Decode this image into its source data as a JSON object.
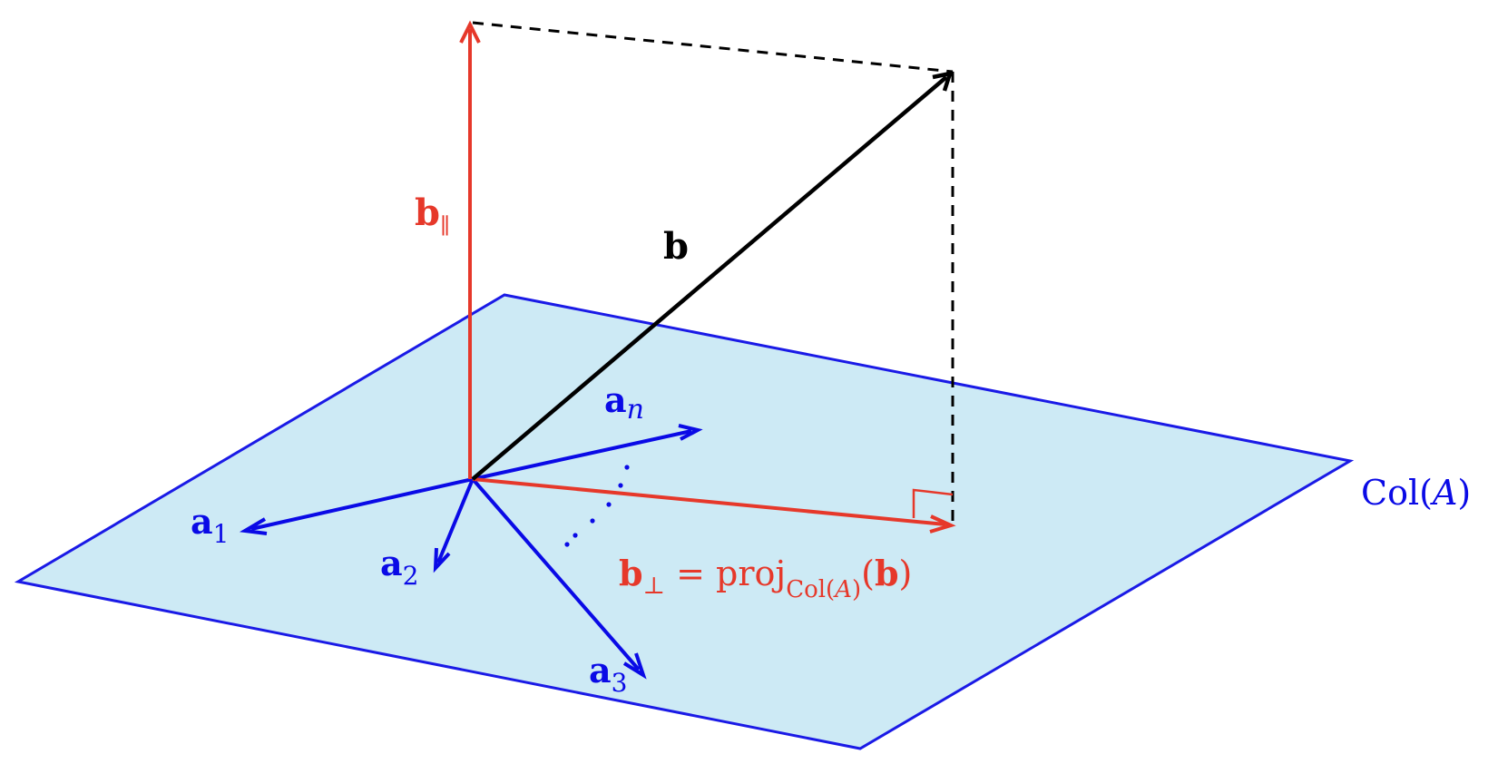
{
  "colors": {
    "plane_fill": "#cdeaf5",
    "plane_stroke": "#1a1ae6",
    "basis": "#0a0ae6",
    "component": "#e6382a",
    "vector_b": "#000000"
  },
  "labels": {
    "b_parallel": {
      "base": "b",
      "sub": "∥"
    },
    "b": {
      "base": "b"
    },
    "a_n": {
      "base": "a",
      "sub": "n"
    },
    "a_1": {
      "base": "a",
      "sub": "1"
    },
    "a_2": {
      "base": "a",
      "sub": "2"
    },
    "a_3": {
      "base": "a",
      "sub": "3"
    },
    "b_perp": {
      "base": "b",
      "sub": "⊥",
      "eq": " = proj",
      "proj_sub": "Col(",
      "proj_sub_var": "A",
      "proj_sub_close": ")",
      "arg_open": "(",
      "arg": "b",
      "arg_close": ")"
    },
    "plane": {
      "prefix": "Col(",
      "var": "A",
      "suffix": ")"
    }
  },
  "icons": {
    "right_angle": "right-angle-marker",
    "arrowhead": "open-arrowhead"
  }
}
